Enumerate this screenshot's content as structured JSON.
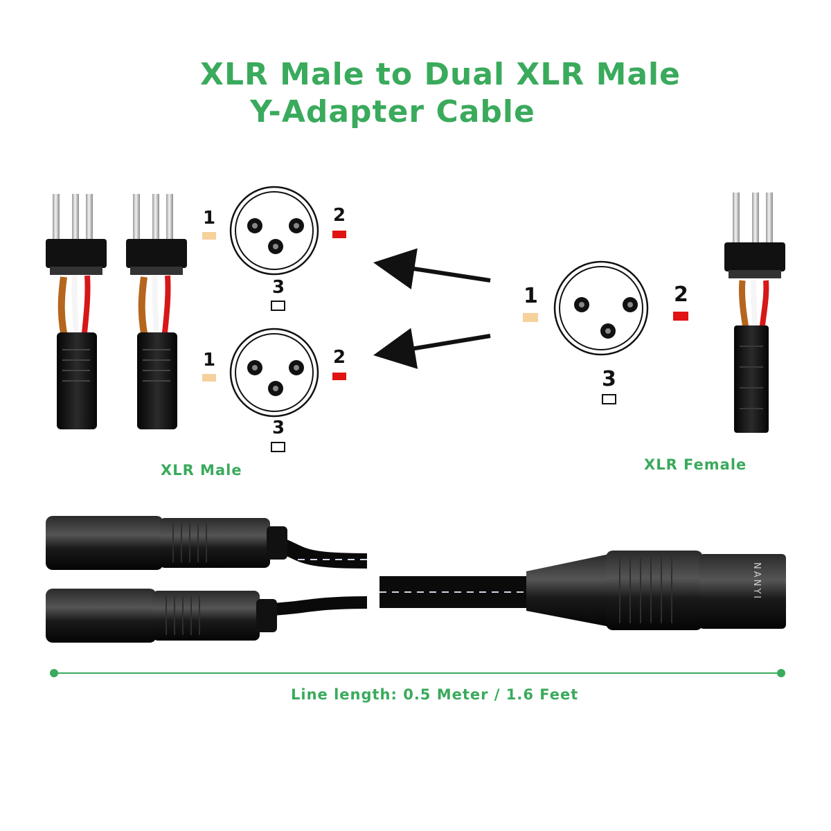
{
  "title": {
    "line1": "XLR Male  to Dual XLR Male",
    "line2": "Y-Adapter Cable"
  },
  "labels": {
    "male": "XLR Male",
    "female": "XLR Female",
    "length": "Line length: 0.5 Meter / 1.6 Feet",
    "brand": "NANYI"
  },
  "pins": {
    "p1": "1",
    "p2": "2",
    "p3": "3"
  },
  "colors": {
    "accent": "#3aaa5c",
    "pin1": "#f6d19c",
    "pin2": "#e01212",
    "pin3": "#ffffff"
  }
}
